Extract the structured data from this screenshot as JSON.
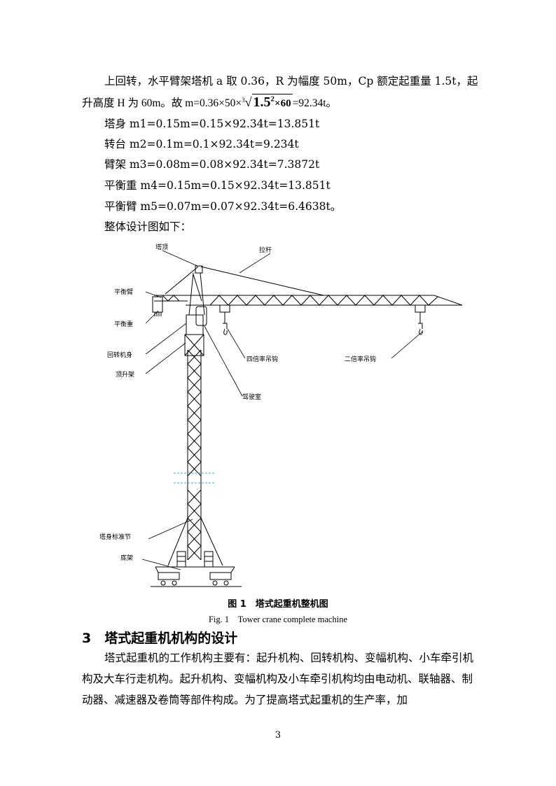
{
  "intro": {
    "line1": "上回转，水平臂架塔机 a 取 0.36，R 为幅度 50m，Cp 额定起重量 1.5t，起",
    "line2_prefix": "升高度 H 为 60m。故 m=0.36×50×",
    "root_index": "3",
    "radicand_base": "1.5",
    "radicand_exp": "2",
    "radicand_rest": "×60",
    "line2_suffix": "=92.34t。"
  },
  "masses": [
    "塔身 m1=0.15m=0.15×92.34t=13.851t",
    "转台 m2=0.1m=0.1×92.34t=9.234t",
    "臂架 m3=0.08m=0.08×92.34t=7.3872t",
    "平衡重 m4=0.15m=0.15×92.34t=13.851t",
    "平衡臂 m5=0.07m=0.07×92.34t=6.4638t。",
    "整体设计图如下："
  ],
  "figure": {
    "labels": {
      "tower_top": "塔顶",
      "tie_rod": "拉杆",
      "counter_jib": "平衡臂",
      "counterweight": "平衡重",
      "slewing_body": "回转机身",
      "climbing_frame": "顶升架",
      "cab": "驾驶室",
      "hook4": "四倍率吊钩",
      "hook2": "二倍率吊钩",
      "mast_section": "塔身标准节",
      "base": "底架"
    },
    "caption_cn": "图 1　塔式起重机整机图",
    "caption_en": "Fig. 1　Tower crane complete machine"
  },
  "section": {
    "heading": "3　塔式起重机机构的设计",
    "paragraph": "塔式起重机的工作机构主要有：起升机构、回转机构、变幅机构、小车牵引机构及大车行走机构。起升机构、变幅机构及小车牵引机构均由电动机、联轴器、制动器、减速器及卷筒等部件构成。为了提高塔式起重机的生产率，加"
  },
  "page_number": "3"
}
